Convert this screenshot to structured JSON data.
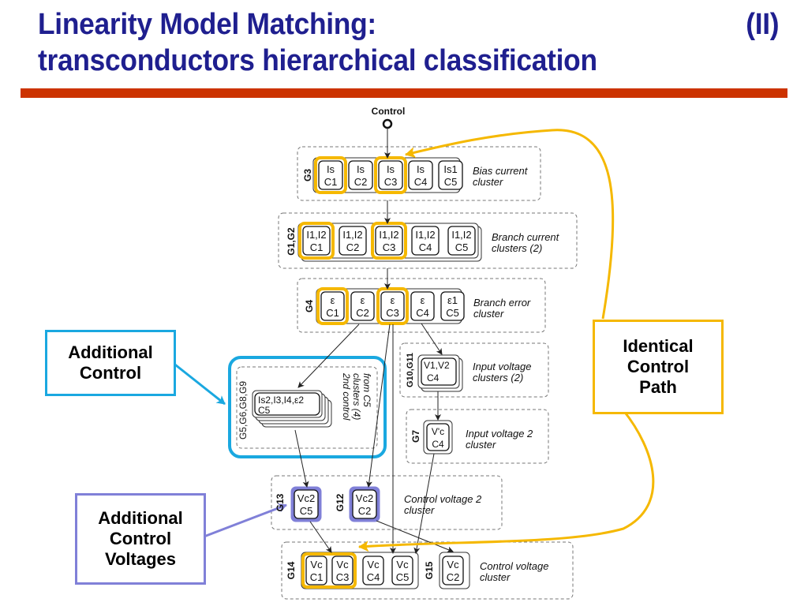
{
  "title": {
    "line1_left": "Linearity Model Matching:",
    "line1_right": "(II)",
    "line2": "transconductors hierarchical classification"
  },
  "colors": {
    "title": "#1f1f8f",
    "rule": "#cc3300",
    "highlight_orange": "#f5b800",
    "highlight_blue": "#1aa8e0",
    "highlight_purple": "#8080d8"
  },
  "diagram": {
    "control_label": "Control",
    "clusters": [
      {
        "id": "bias",
        "group": "G3",
        "desc_line1": "Bias current",
        "desc_line2": "cluster",
        "cells": [
          {
            "top": "Is",
            "bottom": "C1",
            "highlight": "orange"
          },
          {
            "top": "Is",
            "bottom": "C2",
            "highlight": "none"
          },
          {
            "top": "Is",
            "bottom": "C3",
            "highlight": "orange"
          },
          {
            "top": "Is",
            "bottom": "C4",
            "highlight": "none"
          },
          {
            "top": "Is1",
            "bottom": "C5",
            "highlight": "none"
          }
        ]
      },
      {
        "id": "branch-current",
        "group": "G1,G2",
        "desc_line1": "Branch current",
        "desc_line2": "clusters (2)",
        "cells": [
          {
            "top": "I1,I2",
            "bottom": "C1",
            "highlight": "orange"
          },
          {
            "top": "I1,I2",
            "bottom": "C2",
            "highlight": "none"
          },
          {
            "top": "I1,I2",
            "bottom": "C3",
            "highlight": "orange"
          },
          {
            "top": "I1,I2",
            "bottom": "C4",
            "highlight": "none"
          },
          {
            "top": "I1,I2",
            "bottom": "C5",
            "highlight": "none"
          }
        ]
      },
      {
        "id": "branch-error",
        "group": "G4",
        "desc_line1": "Branch error",
        "desc_line2": "cluster",
        "cells": [
          {
            "top": "ε",
            "bottom": "C1",
            "highlight": "orange"
          },
          {
            "top": "ε",
            "bottom": "C2",
            "highlight": "none"
          },
          {
            "top": "ε",
            "bottom": "C3",
            "highlight": "orange"
          },
          {
            "top": "ε",
            "bottom": "C4",
            "highlight": "none"
          },
          {
            "top": "ε1",
            "bottom": "C5",
            "highlight": "none"
          }
        ]
      },
      {
        "id": "second-control",
        "group": "G5,G6,G8,G9",
        "desc_line1": "2nd control",
        "desc_line2": "clusters (4)",
        "desc_line3": "from C5",
        "cells": [
          {
            "top": "Is2,I3,I4,ε2",
            "bottom": "C5",
            "highlight": "none"
          }
        ]
      },
      {
        "id": "input-voltage",
        "group": "G10,G11",
        "desc_line1": "Input voltage",
        "desc_line2": "clusters (2)",
        "cells": [
          {
            "top": "V1,V2",
            "bottom": "C4",
            "highlight": "none"
          }
        ]
      },
      {
        "id": "input-voltage-2",
        "group": "G7",
        "desc_line1": "Input voltage 2",
        "desc_line2": "cluster",
        "cells": [
          {
            "top": "V'c",
            "bottom": "C4",
            "highlight": "none"
          }
        ]
      },
      {
        "id": "control-voltage-2",
        "groups": [
          "G13",
          "G12"
        ],
        "desc_line1": "Control voltage 2",
        "desc_line2": "cluster",
        "cells": [
          {
            "top": "Vc2",
            "bottom": "C5",
            "highlight": "purple"
          },
          {
            "top": "Vc2",
            "bottom": "C2",
            "highlight": "purple"
          }
        ]
      },
      {
        "id": "control-voltage",
        "groups": [
          "G14",
          "G15"
        ],
        "desc_line1": "Control voltage",
        "desc_line2": "cluster",
        "cells": [
          {
            "top": "Vc",
            "bottom": "C1",
            "highlight": "orange"
          },
          {
            "top": "Vc",
            "bottom": "C3",
            "highlight": "orange"
          },
          {
            "top": "Vc",
            "bottom": "C4",
            "highlight": "none"
          },
          {
            "top": "Vc",
            "bottom": "C5",
            "highlight": "none"
          },
          {
            "top": "Vc",
            "bottom": "C2",
            "highlight": "none"
          }
        ]
      }
    ]
  },
  "callouts": {
    "additional_control": "Additional\nControl",
    "additional_control_voltages": "Additional\nControl\nVoltages",
    "identical_control_path": "Identical\nControl\nPath"
  }
}
